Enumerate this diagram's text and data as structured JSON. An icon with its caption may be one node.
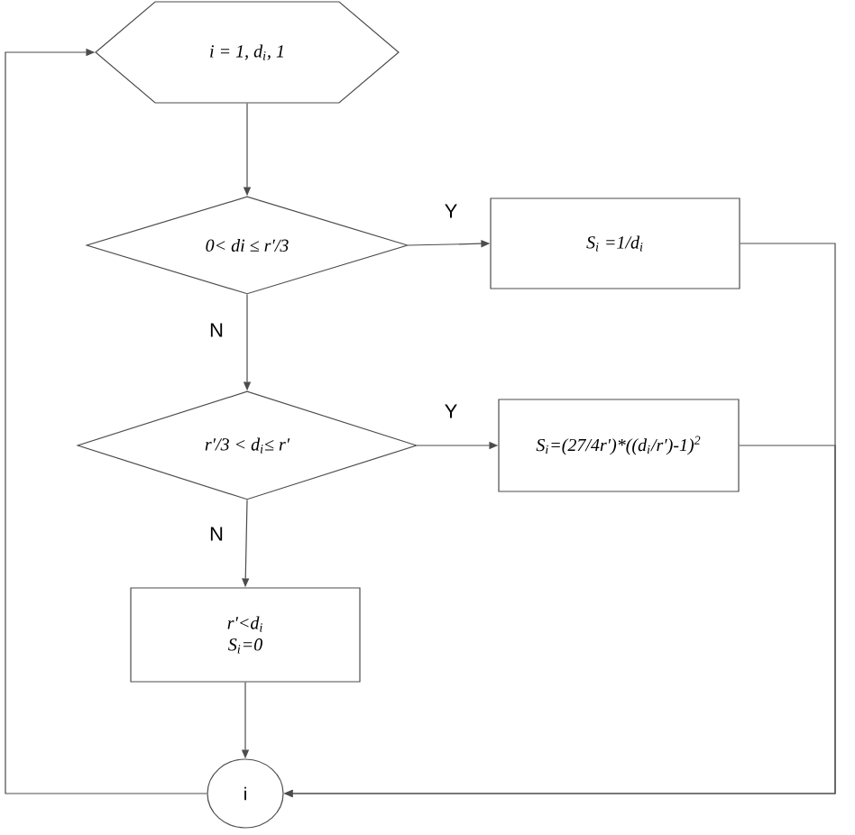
{
  "diagram": {
    "nodes": [
      {
        "text": [
          "i = 1, d$_{i}$, 1"
        ]
      },
      {
        "text": [
          "0< di ≤ r′/3"
        ]
      },
      {
        "text": [
          "S$_{i}$ =1/d$_{i}$"
        ]
      },
      {
        "text": [
          "r′/3 < d$_{i}$≤ r′"
        ]
      },
      {
        "text": [
          "S$_{i}$=(27/4r′)*((d$_{i}$/r′)-1)$^{2}$"
        ]
      },
      {
        "text": [
          "r′<d$_{i}$",
          "S$_{i}$=0"
        ]
      },
      {
        "text": [
          "i"
        ]
      }
    ],
    "edges": [
      {
        "from": 0,
        "to": 1,
        "arrow": "to"
      },
      {
        "from": 1,
        "to": 2,
        "arrow": "to",
        "label": "Y"
      },
      {
        "from": 1,
        "to": 3,
        "arrow": "to",
        "label": "N"
      },
      {
        "from": 3,
        "to": 4,
        "arrow": "to",
        "label": "Y"
      },
      {
        "from": 3,
        "to": 5,
        "arrow": "to",
        "label": "N"
      },
      {
        "from": 5,
        "to": 6,
        "arrow": "to"
      },
      {
        "from": 2,
        "to": 6,
        "arrow": "to"
      },
      {
        "from": 4,
        "to": 6,
        "arrow": "to"
      },
      {
        "from": 6,
        "to": 0,
        "arrow": "to"
      }
    ]
  }
}
